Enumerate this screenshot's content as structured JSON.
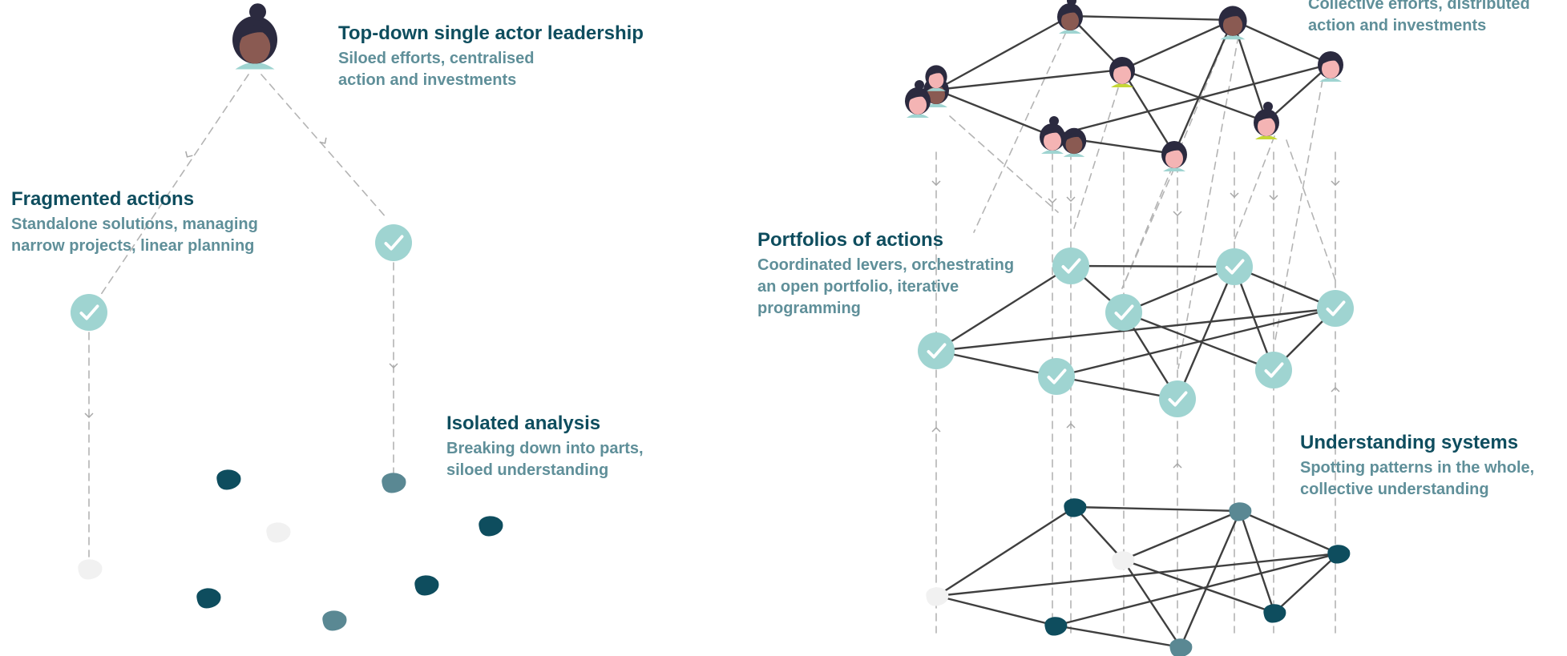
{
  "colors": {
    "dark_teal": "#0e4d5e",
    "slate": "#5a8893",
    "pale": "#f1f1f1",
    "mint": "#9fd4d1",
    "title_text": "#0e4d5e",
    "subtitle_text": "#5f8f99",
    "network_line": "#3f3f3f",
    "dashed_line": "#b4b4b4",
    "hair": "#2b2a3f",
    "skin_dark": "#8a5a52",
    "skin_light": "#f4b4b4",
    "collar_teal": "#74b8bb",
    "collar_lime": "#c6d637"
  },
  "left_panel": {
    "leadership": {
      "title": "Top-down single actor leadership",
      "subtitle": [
        "Siloed efforts, centralised",
        "action and investments"
      ]
    },
    "actions": {
      "title": "Fragmented actions",
      "subtitle": [
        "Standalone solutions, managing",
        "narrow projects, linear planning"
      ]
    },
    "analysis": {
      "title": "Isolated analysis",
      "subtitle": [
        "Breaking down into parts,",
        "siloed understanding"
      ]
    }
  },
  "right_panel": {
    "leadership": {
      "subtitle": [
        "Collective efforts, distributed",
        "action and investments"
      ]
    },
    "actions": {
      "title": "Portfolios of actions",
      "subtitle": [
        "Coordinated levers, orchestrating",
        "an open portfolio, iterative",
        "programming"
      ]
    },
    "analysis": {
      "title": "Understanding systems",
      "subtitle": [
        "Spotting patterns in the whole,",
        "collective understanding"
      ]
    }
  },
  "icons": {
    "person": "person-avatar-icon",
    "check": "check-circle-icon",
    "blob": "analysis-blob-icon"
  }
}
